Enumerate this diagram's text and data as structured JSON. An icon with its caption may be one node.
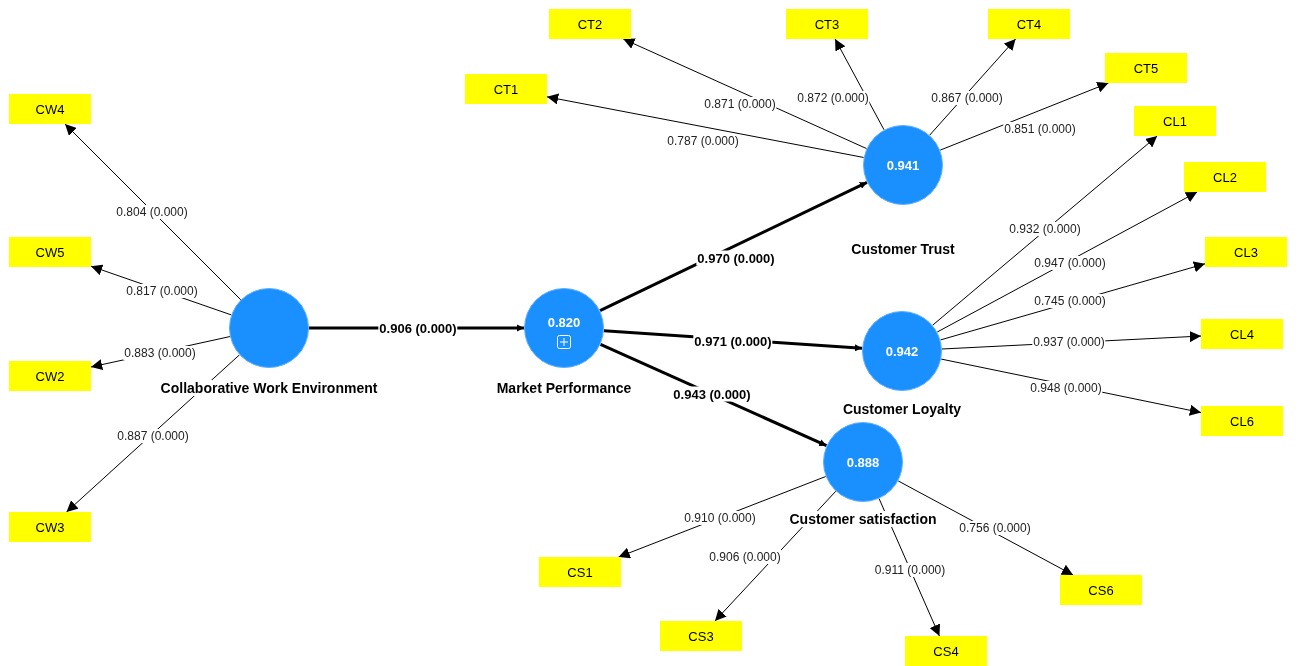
{
  "diagram": {
    "nodes": [
      {
        "text": [
          "CW4"
        ]
      },
      {
        "text": [
          "CW5"
        ]
      },
      {
        "text": [
          "CW2"
        ]
      },
      {
        "text": [
          "CW3"
        ]
      },
      {
        "text": [
          "Collaborative Work Environment"
        ]
      },
      {
        "text": [
          "0.820",
          "Market Performance"
        ]
      },
      {
        "text": [
          "CT1"
        ]
      },
      {
        "text": [
          "CT2"
        ]
      },
      {
        "text": [
          "CT3"
        ]
      },
      {
        "text": [
          "CT4"
        ]
      },
      {
        "text": [
          "CT5"
        ]
      },
      {
        "text": [
          "0.941",
          "Customer Trust"
        ]
      },
      {
        "text": [
          "0.942",
          "Customer Loyalty"
        ]
      },
      {
        "text": [
          "CL1"
        ]
      },
      {
        "text": [
          "CL2"
        ]
      },
      {
        "text": [
          "CL3"
        ]
      },
      {
        "text": [
          "CL4"
        ]
      },
      {
        "text": [
          "CL6"
        ]
      },
      {
        "text": [
          "0.888",
          "Customer satisfaction"
        ]
      },
      {
        "text": [
          "CS1"
        ]
      },
      {
        "text": [
          "CS3"
        ]
      },
      {
        "text": [
          "CS4"
        ]
      },
      {
        "text": [
          "CS6"
        ]
      }
    ],
    "edges": [
      {
        "from": 4,
        "to": 0,
        "arrow": "to",
        "label": "0.804 (0.000)"
      },
      {
        "from": 4,
        "to": 1,
        "arrow": "to",
        "label": "0.817 (0.000)"
      },
      {
        "from": 4,
        "to": 2,
        "arrow": "to",
        "label": "0.883 (0.000)"
      },
      {
        "from": 4,
        "to": 3,
        "arrow": "to",
        "label": "0.887 (0.000)"
      },
      {
        "from": 4,
        "to": 5,
        "arrow": "to",
        "label": "0.906 (0.000)",
        "style": "thick"
      },
      {
        "from": 5,
        "to": 11,
        "arrow": "to",
        "label": "0.970 (0.000)",
        "style": "thick"
      },
      {
        "from": 5,
        "to": 12,
        "arrow": "to",
        "label": "0.971 (0.000)",
        "style": "thick"
      },
      {
        "from": 5,
        "to": 18,
        "arrow": "to",
        "label": "0.943 (0.000)",
        "style": "thick"
      },
      {
        "from": 11,
        "to": 6,
        "arrow": "to",
        "label": "0.787 (0.000)"
      },
      {
        "from": 11,
        "to": 7,
        "arrow": "to",
        "label": "0.871 (0.000)"
      },
      {
        "from": 11,
        "to": 8,
        "arrow": "to",
        "label": "0.872 (0.000)"
      },
      {
        "from": 11,
        "to": 9,
        "arrow": "to",
        "label": "0.867 (0.000)"
      },
      {
        "from": 11,
        "to": 10,
        "arrow": "to",
        "label": "0.851 (0.000)"
      },
      {
        "from": 12,
        "to": 13,
        "arrow": "to",
        "label": "0.932 (0.000)"
      },
      {
        "from": 12,
        "to": 14,
        "arrow": "to",
        "label": "0.947 (0.000)"
      },
      {
        "from": 12,
        "to": 15,
        "arrow": "to",
        "label": "0.745 (0.000)"
      },
      {
        "from": 12,
        "to": 16,
        "arrow": "to",
        "label": "0.937 (0.000)"
      },
      {
        "from": 12,
        "to": 17,
        "arrow": "to",
        "label": "0.948 (0.000)"
      },
      {
        "from": 18,
        "to": 19,
        "arrow": "to",
        "label": "0.910 (0.000)"
      },
      {
        "from": 18,
        "to": 20,
        "arrow": "to",
        "label": "0.906 (0.000)"
      },
      {
        "from": 18,
        "to": 21,
        "arrow": "to",
        "label": "0.911 (0.000)"
      },
      {
        "from": 18,
        "to": 22,
        "arrow": "to",
        "label": "0.756 (0.000)"
      }
    ]
  }
}
